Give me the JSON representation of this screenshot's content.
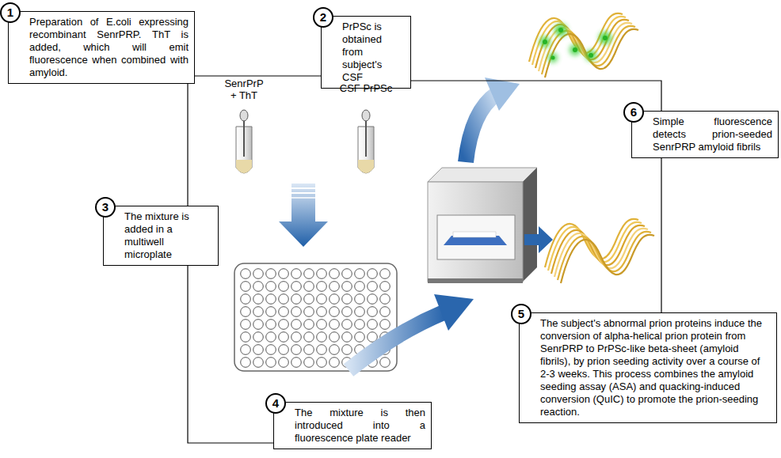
{
  "diagram": {
    "nodes": [
      {
        "text": [
          "1",
          "Preparation of E.coli expressing recombinant SenrPRP. ThT is added, which will emit fluorescence when combined with amyloid."
        ]
      },
      {
        "text": [
          "2",
          "PrPSc is obtained from subject's CSF"
        ]
      },
      {
        "text": [
          "3",
          "The mixture is added in a multiwell microplate"
        ]
      },
      {
        "text": [
          "4",
          "The mixture is then introduced into a fluorescence plate reader"
        ]
      },
      {
        "text": [
          "5",
          "The subject's abnormal prion proteins induce the conversion of alpha-helical prion protein from SenrPRP to PrPSc-like beta-sheet (amyloid fibrils), by prion seeding activity over a course of 2-3 weeks. This process combines the amyloid seeding assay (ASA) and quacking-induced conversion (QuIC) to promote the prion-seeding reaction."
        ]
      },
      {
        "text": [
          "6",
          "Simple fluorescence detects prion-seeded SenrPRP amyloid fibrils"
        ]
      }
    ],
    "edges": [
      {
        "from": 0,
        "to": 1,
        "arrow": "none"
      },
      {
        "from": 1,
        "to": 5,
        "arrow": "none"
      },
      {
        "from": 5,
        "to": 4,
        "arrow": "none"
      },
      {
        "from": 0,
        "to": 2,
        "arrow": "none"
      },
      {
        "from": 2,
        "to": 3,
        "arrow": "none"
      }
    ],
    "labels": [
      "SenrPrP + ThT",
      "CSF PrPSc"
    ]
  }
}
